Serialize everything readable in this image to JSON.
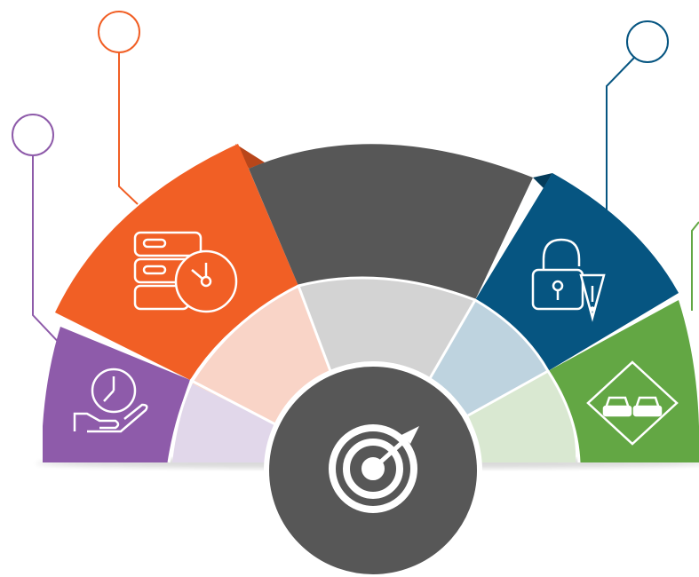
{
  "diagram": {
    "center_icon": "target-dart-icon",
    "colors": {
      "purple": "#8E5BAA",
      "purple_light": "#E1D7EA",
      "orange": "#F15F25",
      "orange_light": "#F9D4C7",
      "gray": "#575757",
      "gray_light": "#D3D3D3",
      "blue": "#065581",
      "blue_light": "#BED3DF",
      "green": "#63A744",
      "green_light": "#D9E8D1",
      "center": "#575757"
    },
    "segments": [
      {
        "id": "purple",
        "icon": "hand-clock-icon"
      },
      {
        "id": "orange",
        "icon": "server-clock-icon"
      },
      {
        "id": "gray",
        "icon": ""
      },
      {
        "id": "blue",
        "icon": "padlock-warning-icon"
      },
      {
        "id": "green",
        "icon": "road-sign-cars-icon"
      }
    ],
    "callouts": [
      "purple",
      "orange",
      "blue",
      "green"
    ]
  }
}
